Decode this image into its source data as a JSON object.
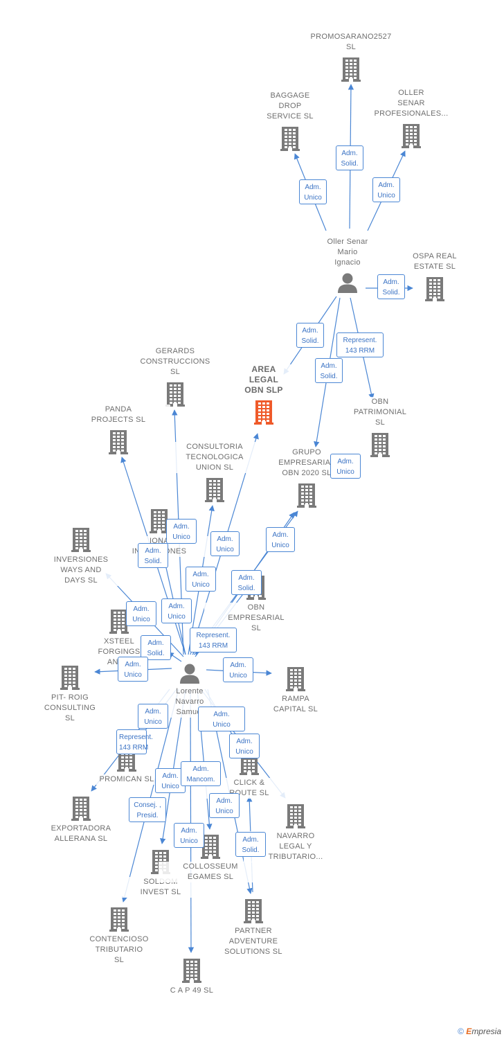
{
  "diagram": {
    "nodes": [
      {
        "id": "promosarano",
        "type": "company",
        "lines": [
          "PROMOSARANO2527",
          "SL"
        ]
      },
      {
        "id": "baggage",
        "type": "company",
        "lines": [
          "BAGGAGE",
          "DROP",
          "SERVICE  SL"
        ]
      },
      {
        "id": "oller_senar_prof",
        "type": "company",
        "lines": [
          "OLLER",
          "SENAR",
          "PROFESIONALES..."
        ]
      },
      {
        "id": "oller",
        "type": "person",
        "lines": [
          "Oller Senar",
          "Mario",
          "Ignacio"
        ]
      },
      {
        "id": "ospa",
        "type": "company",
        "lines": [
          "OSPA REAL",
          "ESTATE  SL"
        ]
      },
      {
        "id": "area_legal",
        "type": "company",
        "focus": true,
        "lines": [
          "AREA",
          "LEGAL",
          "OBN  SLP"
        ]
      },
      {
        "id": "gerards",
        "type": "company",
        "lines": [
          "GERARDS",
          "CONSTRUCCIONS",
          "SL"
        ]
      },
      {
        "id": "obn_patrimonial",
        "type": "company",
        "lines": [
          "OBN",
          "PATRIMONIAL",
          "SL"
        ]
      },
      {
        "id": "panda",
        "type": "company",
        "lines": [
          "PANDA",
          "PROJECTS  SL"
        ]
      },
      {
        "id": "consultoria",
        "type": "company",
        "lines": [
          "CONSULTORIA",
          "TECNOLOGICA",
          "UNION  SL"
        ]
      },
      {
        "id": "grupo_obn",
        "type": "company",
        "lines": [
          "GRUPO",
          "EMPRESARIAL",
          "OBN 2020  SL"
        ]
      },
      {
        "id": "iona",
        "type": "company",
        "lines": [
          "IONA",
          "INVERSIONES"
        ]
      },
      {
        "id": "inversiones_ways",
        "type": "company",
        "lines": [
          "INVERSIONES",
          "WAYS AND",
          "DAYS  SL"
        ]
      },
      {
        "id": "obn_empresarial",
        "type": "company",
        "lines": [
          "OBN",
          "EMPRESARIAL",
          "SL"
        ]
      },
      {
        "id": "xsteel",
        "type": "company",
        "lines": [
          "XSTEEL",
          "FORGINGS",
          "AND..."
        ]
      },
      {
        "id": "lorente",
        "type": "person",
        "lines": [
          "Lorente",
          "Navarro",
          "Samuel"
        ]
      },
      {
        "id": "pit_roig",
        "type": "company",
        "lines": [
          "PIT- ROIG",
          "CONSULTING",
          "SL"
        ]
      },
      {
        "id": "rampa",
        "type": "company",
        "lines": [
          "RAMPA",
          "CAPITAL  SL"
        ]
      },
      {
        "id": "promican",
        "type": "company",
        "lines": [
          "PROMICAN  SL"
        ]
      },
      {
        "id": "click_route",
        "type": "company",
        "lines": [
          "CLICK &",
          "ROUTE  SL"
        ]
      },
      {
        "id": "exportadora",
        "type": "company",
        "lines": [
          "EXPORTADORA",
          "ALLERANA  SL"
        ]
      },
      {
        "id": "navarro_legal",
        "type": "company",
        "lines": [
          "NAVARRO",
          "LEGAL Y",
          "TRIBUTARIO..."
        ]
      },
      {
        "id": "soldom",
        "type": "company",
        "lines": [
          "SOLDOM",
          "INVEST  SL"
        ]
      },
      {
        "id": "collosseum",
        "type": "company",
        "lines": [
          "COLLOSSEUM",
          "EGAMES  SL"
        ]
      },
      {
        "id": "contencioso",
        "type": "company",
        "lines": [
          "CONTENCIOSO",
          "TRIBUTARIO",
          "SL"
        ]
      },
      {
        "id": "partner",
        "type": "company",
        "lines": [
          "PARTNER",
          "ADVENTURE",
          "SOLUTIONS  SL"
        ]
      },
      {
        "id": "cap49",
        "type": "company",
        "lines": [
          "C A P 49 SL"
        ]
      }
    ],
    "roles": [
      {
        "lines": [
          "Adm.",
          "Solid."
        ]
      },
      {
        "lines": [
          "Adm.",
          "Unico"
        ]
      },
      {
        "lines": [
          "Adm.",
          "Unico"
        ]
      },
      {
        "lines": [
          "Adm.",
          "Solid."
        ]
      },
      {
        "lines": [
          "Adm.",
          "Solid."
        ]
      },
      {
        "lines": [
          "Represent.",
          "143 RRM"
        ]
      },
      {
        "lines": [
          "Adm.",
          "Solid."
        ]
      },
      {
        "lines": [
          "Adm.",
          "Unico"
        ]
      },
      {
        "lines": [
          "Adm.",
          "Unico"
        ]
      },
      {
        "lines": [
          "Adm.",
          "Solid."
        ]
      },
      {
        "lines": [
          "Adm.",
          "Unico"
        ]
      },
      {
        "lines": [
          "Adm.",
          "Unico"
        ]
      },
      {
        "lines": [
          "Adm.",
          "Unico"
        ]
      },
      {
        "lines": [
          "Adm.",
          "Solid."
        ]
      },
      {
        "lines": [
          "Adm.",
          "Unico"
        ]
      },
      {
        "lines": [
          "Adm.",
          "Unico"
        ]
      },
      {
        "lines": [
          "Represent.",
          "143 RRM"
        ]
      },
      {
        "lines": [
          "Adm.",
          "Solid."
        ]
      },
      {
        "lines": [
          "Adm.",
          "Unico"
        ]
      },
      {
        "lines": [
          "Adm.",
          "Unico"
        ]
      },
      {
        "lines": [
          "Adm.",
          "Unico"
        ]
      },
      {
        "lines": [
          "Represent.",
          "143 RRM"
        ]
      },
      {
        "lines": [
          "Adm.",
          "Unico"
        ]
      },
      {
        "lines": [
          "Adm.",
          "Unico"
        ]
      },
      {
        "lines": [
          "Adm.",
          "Unico"
        ]
      },
      {
        "lines": [
          "Adm.",
          "Mancom."
        ]
      },
      {
        "lines": [
          "Consej. ,",
          "Presid."
        ]
      },
      {
        "lines": [
          "Adm.",
          "Unico"
        ]
      },
      {
        "lines": [
          "Adm.",
          "Unico"
        ]
      },
      {
        "lines": [
          "Adm.",
          "Solid."
        ]
      }
    ]
  },
  "footer": {
    "copyright": "©",
    "brand_first": "E",
    "brand_rest": "mpresia"
  },
  "colors": {
    "edge": "#4a86d4",
    "company_icon": "#7a7a7a",
    "focus_icon": "#ef5a2a",
    "person_icon": "#7a7a7a",
    "label": "#6e6e6e"
  },
  "icons": {
    "company": "building-icon",
    "person": "person-icon"
  }
}
